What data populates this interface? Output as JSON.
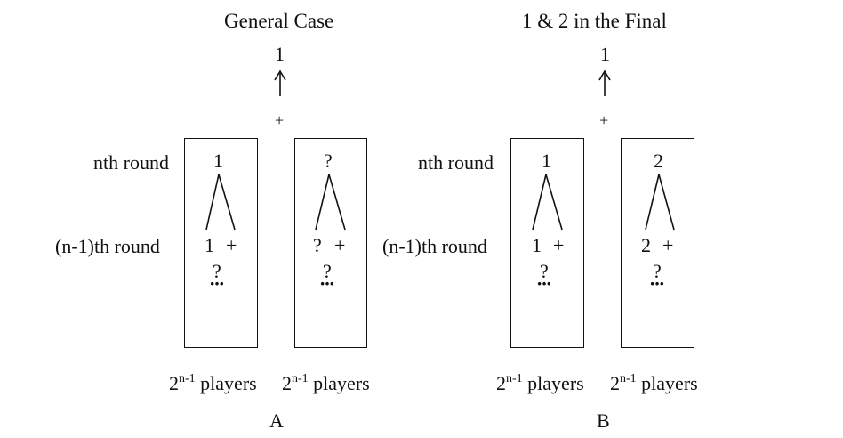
{
  "diagram_a": {
    "title": "General Case",
    "winner": "1",
    "plus": "+",
    "nth_round_label": "nth round",
    "prev_round_label": "(n-1)th round",
    "left_box": {
      "top": "1",
      "bottom": "1",
      "plus": "+",
      "unknown": "?"
    },
    "right_box": {
      "top": "?",
      "bottom": "?",
      "plus": "+",
      "unknown": "?"
    },
    "left_players": {
      "base": "2",
      "exp": "n-1",
      "word": "players"
    },
    "right_players": {
      "base": "2",
      "exp": "n-1",
      "word": "players"
    },
    "caption": "A"
  },
  "diagram_b": {
    "title": "1 & 2 in the Final",
    "winner": "1",
    "plus": "+",
    "nth_round_label": "nth round",
    "prev_round_label": "(n-1)th round",
    "left_box": {
      "top": "1",
      "bottom": "1",
      "plus": "+",
      "unknown": "?"
    },
    "right_box": {
      "top": "2",
      "bottom": "2",
      "plus": "+",
      "unknown": "?"
    },
    "left_players": {
      "base": "2",
      "exp": "n-1",
      "word": "players"
    },
    "right_players": {
      "base": "2",
      "exp": "n-1",
      "word": "players"
    },
    "caption": "B"
  }
}
